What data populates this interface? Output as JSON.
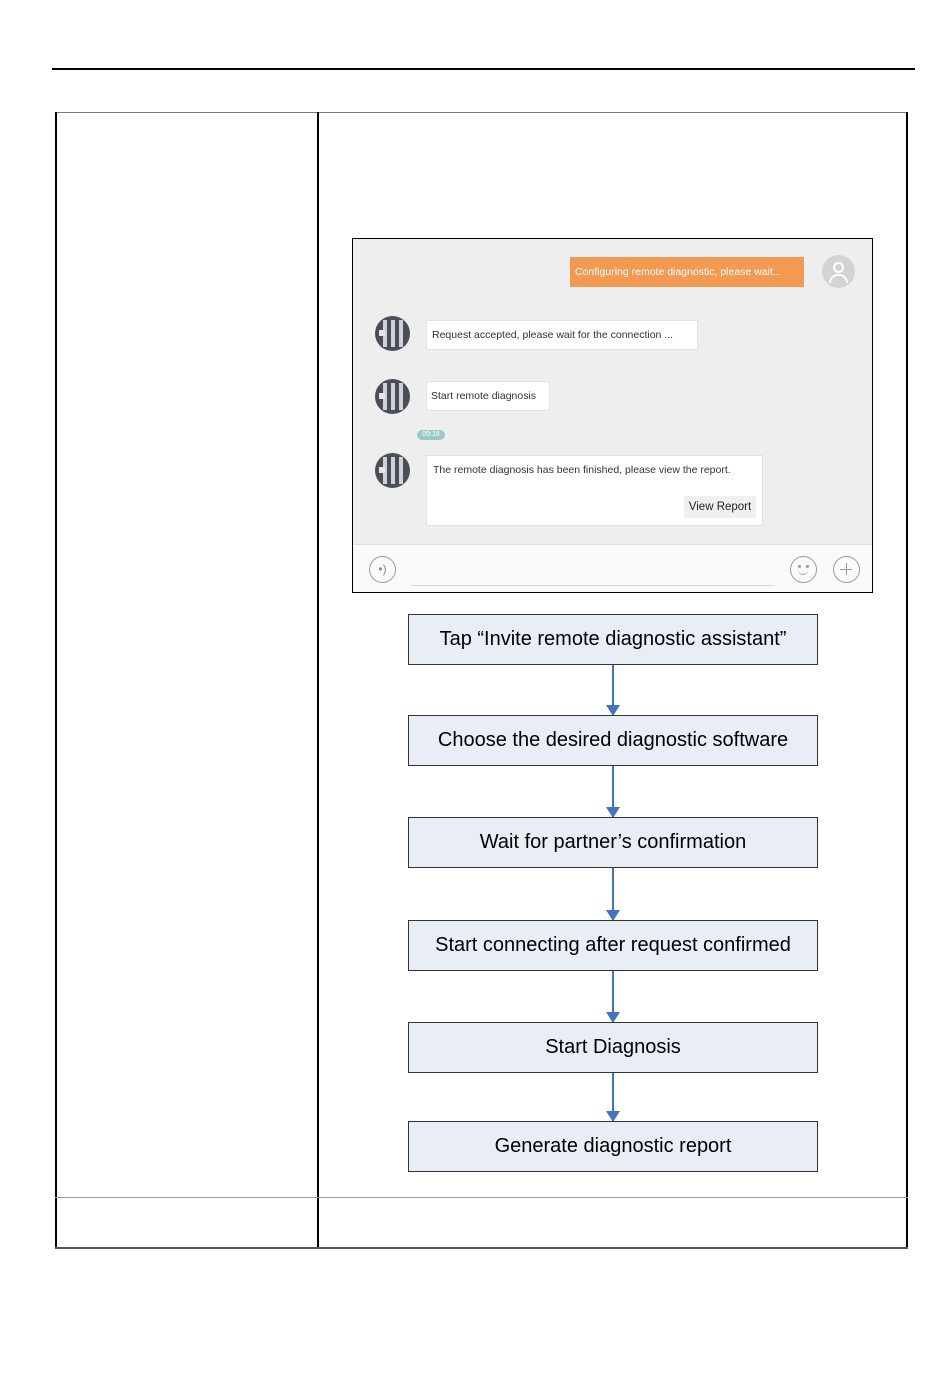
{
  "chat": {
    "outgoing_message": "Configuring remote diagnostic, please wait...",
    "messages": [
      "Request accepted, please wait for the connection ...",
      "Start remote diagnosis",
      "The remote diagnosis has been finished, please view the report."
    ],
    "timestamp": "09:18",
    "view_report_label": "View Report"
  },
  "flow": {
    "steps": [
      "Tap “Invite remote diagnostic assistant”",
      "Choose the desired diagnostic software",
      "Wait for partner’s confirmation",
      "Start connecting after request confirmed",
      "Start Diagnosis",
      "Generate diagnostic report"
    ]
  },
  "colors": {
    "outgoing_bubble": "#f39a52",
    "flow_box": "#e8edf6",
    "flow_arrow": "#4472c4"
  }
}
